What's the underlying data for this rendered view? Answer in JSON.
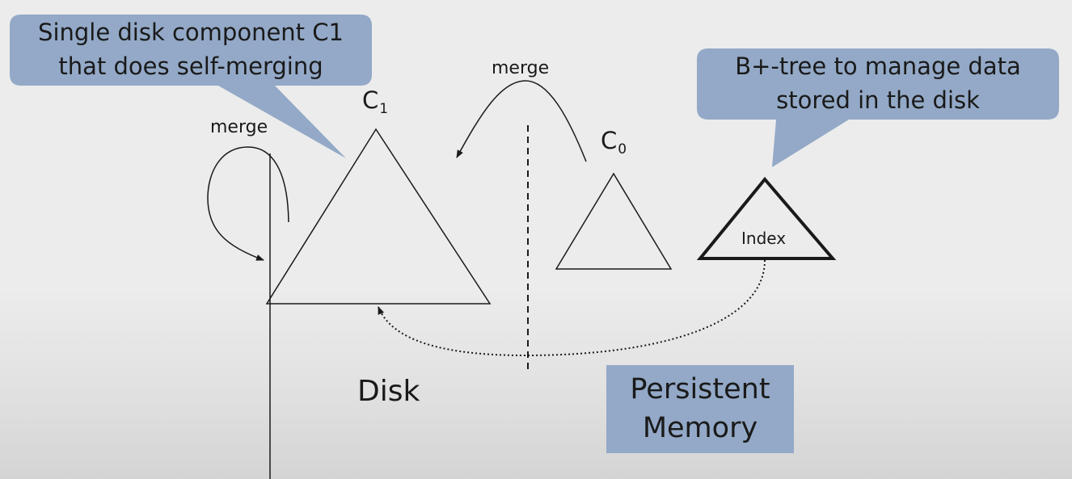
{
  "callout_left": {
    "line1": "Single disk component C1",
    "line2": "that does self-merging"
  },
  "callout_right": {
    "line1": "B+-tree to manage data",
    "line2": "stored in the disk"
  },
  "merge_labels": {
    "left": "merge",
    "top": "merge"
  },
  "components": {
    "c1": {
      "base": "C",
      "sub": "1"
    },
    "c0": {
      "base": "C",
      "sub": "0"
    }
  },
  "index_label": "Index",
  "disk_label": "Disk",
  "persistent_memory": {
    "line1": "Persistent",
    "line2": "Memory"
  },
  "colors": {
    "callout_fill": "#93a9c7",
    "background": "#ececec",
    "stroke": "#1a1a1a"
  }
}
